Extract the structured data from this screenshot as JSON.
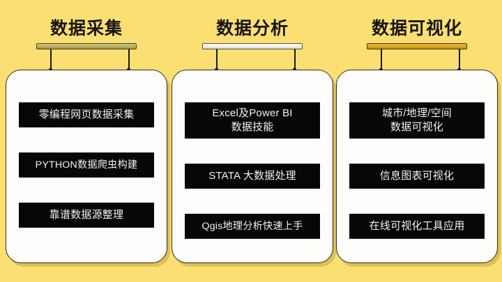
{
  "poster": {
    "background_color": "#fbdf72",
    "card_background_color": "#fdfdfb",
    "chip_background_color": "#070707",
    "chip_text_color": "#f2f2f2"
  },
  "columns": [
    {
      "title": "数据采集",
      "bar_color": "#b9b063",
      "bar_style": "olive",
      "items": [
        {
          "text": "零编程网页数据采集",
          "lines": 1
        },
        {
          "text": "PYTHON数据爬虫构建",
          "lines": 1
        },
        {
          "text": "靠谱数据源整理",
          "lines": 1
        }
      ]
    },
    {
      "title": "数据分析",
      "bar_color": "#f0efe9",
      "bar_style": "white",
      "items": [
        {
          "text": "Excel及Power  BI\n数据技能",
          "lines": 2
        },
        {
          "text": "STATA 大数据处理",
          "lines": 1
        },
        {
          "text": "Qgis地理分析快速上手",
          "lines": 1
        }
      ]
    },
    {
      "title": "数据可视化",
      "bar_color": "#dba627",
      "bar_style": "gold",
      "items": [
        {
          "text": "城市/地理/空间\n数据可视化",
          "lines": 2
        },
        {
          "text": "信息图表可视化",
          "lines": 1
        },
        {
          "text": "在线可视化工具应用",
          "lines": 1
        }
      ]
    }
  ],
  "icons": {
    "pin_ball": "pin-ball-icon",
    "hanger_bar": "hanger-bar-icon",
    "string": "hanging-string-icon"
  }
}
